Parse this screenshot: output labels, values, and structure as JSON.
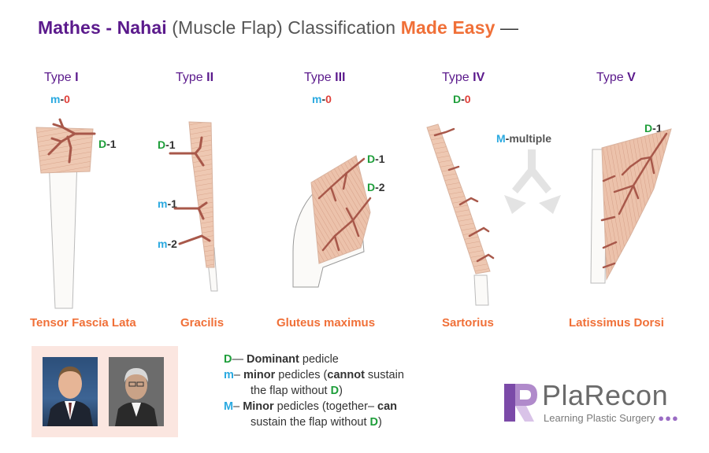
{
  "title": {
    "part1": "Mathes - Nahai",
    "part2": " (Muscle Flap) Classification ",
    "part3": "Made Easy",
    "part4": " —"
  },
  "types": [
    {
      "prefix": "Type ",
      "roman": "I",
      "muscle": "Tensor Fascia Lata"
    },
    {
      "prefix": "Type ",
      "roman": "II",
      "muscle": "Gracilis"
    },
    {
      "prefix": "Type ",
      "roman": "III",
      "muscle": "Gluteus maximus"
    },
    {
      "prefix": "Type ",
      "roman": "IV",
      "muscle": "Sartorius"
    },
    {
      "prefix": "Type ",
      "roman": "V",
      "muscle": "Latissimus Dorsi"
    }
  ],
  "pedicles": {
    "t1_minor": {
      "letter": "m",
      "sep": "-",
      "num": "0"
    },
    "t1_dom": {
      "letter": "D",
      "sep": "-",
      "num": "1"
    },
    "t2_dom": {
      "letter": "D",
      "sep": "-",
      "num": "1"
    },
    "t2_m1": {
      "letter": "m",
      "sep": "-",
      "num": "1"
    },
    "t2_m2": {
      "letter": "m",
      "sep": "-",
      "num": "2"
    },
    "t3_minor": {
      "letter": "m",
      "sep": "-",
      "num": "0"
    },
    "t3_d1": {
      "letter": "D",
      "sep": "-",
      "num": "1"
    },
    "t3_d2": {
      "letter": "D",
      "sep": "-",
      "num": "2"
    },
    "t4_dom": {
      "letter": "D",
      "sep": "-",
      "num": "0"
    },
    "t5_major": {
      "letter": "M",
      "sep": "-",
      "num": "multiple"
    },
    "t5_dom": {
      "letter": "D",
      "sep": "-",
      "num": "1"
    }
  },
  "legend": {
    "line1": {
      "key": "D",
      "dash": "— ",
      "bold": "Dominant",
      "rest": " pedicle"
    },
    "line2": {
      "key": "m",
      "dash": "–  ",
      "bold1": "minor",
      "rest1": " pedicles (",
      "bold2": "cannot",
      "rest2": " sustain"
    },
    "line3": {
      "rest": "the flap without ",
      "key": "D",
      "end": ")"
    },
    "line4": {
      "key": "M",
      "dash": "–  ",
      "bold": "Minor",
      "rest1": " pedicles (together– ",
      "bold2": "can"
    },
    "line5": {
      "rest": "sustain the flap without ",
      "key": "D",
      "end": ")"
    }
  },
  "logo": {
    "name": "PlaRecon",
    "tagline": "Learning Plastic Surgery"
  },
  "colors": {
    "purple": "#5b1a8c",
    "orange": "#f07038",
    "minor_blue": "#2aa9e0",
    "dominant_green": "#1e9e3a",
    "zero_red": "#e0403a",
    "muscle": "#e8c0a8",
    "vessel": "#a8584a"
  }
}
